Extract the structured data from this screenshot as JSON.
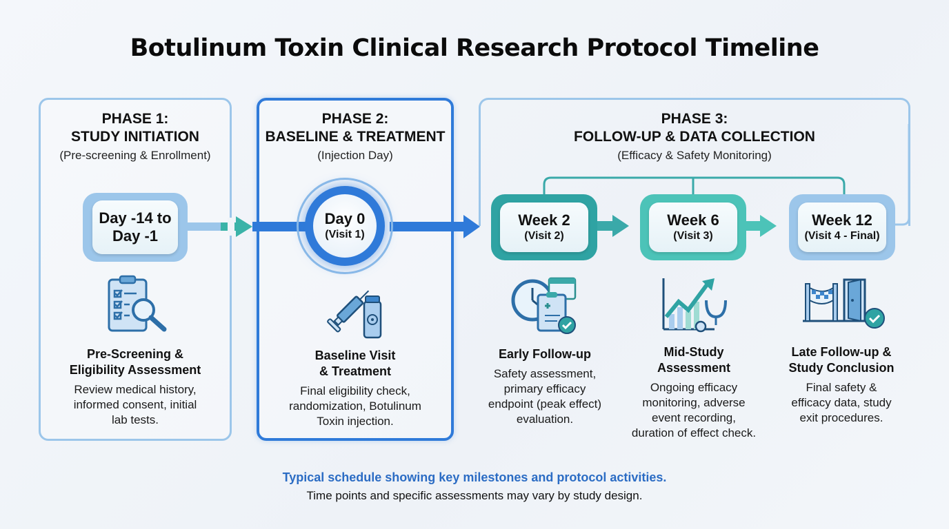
{
  "title": "Botulinum Toxin Clinical Research Protocol Timeline",
  "colors": {
    "phase1_border": "#9cc6ea",
    "phase2_border": "#2f7ad9",
    "teal": "#2fa6a6",
    "teal_light": "#4cc3b8",
    "footer_accent": "#2b6cc4"
  },
  "phases": [
    {
      "heading": "PHASE 1:",
      "name": "STUDY INITIATION",
      "subtitle": "(Pre-screening & Enrollment)",
      "milestone": {
        "line1": "Day -14 to",
        "line2": "Day -1"
      },
      "icon": "clipboard-magnifier-icon",
      "activity_title": [
        "Pre-Screening &",
        "Eligibility Assessment"
      ],
      "activity_desc": [
        "Review medical history,",
        "informed consent, initial",
        "lab tests."
      ]
    },
    {
      "heading": "PHASE 2:",
      "name": "BASELINE & TREATMENT",
      "subtitle": "(Injection Day)",
      "milestone": {
        "line1": "Day 0",
        "line2": "(Visit 1)"
      },
      "icon": "syringe-vial-icon",
      "activity_title": [
        "Baseline Visit",
        "& Treatment"
      ],
      "activity_desc": [
        "Final eligibility check,",
        "randomization, Botulinum",
        "Toxin injection."
      ]
    },
    {
      "heading": "PHASE 3:",
      "name": "FOLLOW-UP & DATA COLLECTION",
      "subtitle": "(Efficacy & Safety Monitoring)",
      "visits": [
        {
          "line1": "Week 2",
          "line2": "(Visit 2)",
          "icon": "clock-calendar-clipboard-icon",
          "activity_title": [
            "Early Follow-up"
          ],
          "activity_desc": [
            "Safety assessment,",
            "primary efficacy",
            "endpoint (peak effect)",
            "evaluation."
          ]
        },
        {
          "line1": "Week 6",
          "line2": "(Visit 3)",
          "icon": "chart-stethoscope-icon",
          "activity_title": [
            "Mid-Study",
            "Assessment"
          ],
          "activity_desc": [
            "Ongoing efficacy",
            "monitoring, adverse",
            "event recording,",
            "duration of effect check."
          ]
        },
        {
          "line1": "Week 12",
          "line2": "(Visit 4 - Final)",
          "icon": "finish-banner-door-icon",
          "activity_title": [
            "Late Follow-up &",
            "Study Conclusion"
          ],
          "activity_desc": [
            "Final safety &",
            "efficacy data, study",
            "exit procedures."
          ]
        }
      ]
    }
  ],
  "footer": {
    "highlight": "Typical schedule showing key milestones and protocol activities.",
    "note": "Time points and specific assessments may vary by study design."
  }
}
